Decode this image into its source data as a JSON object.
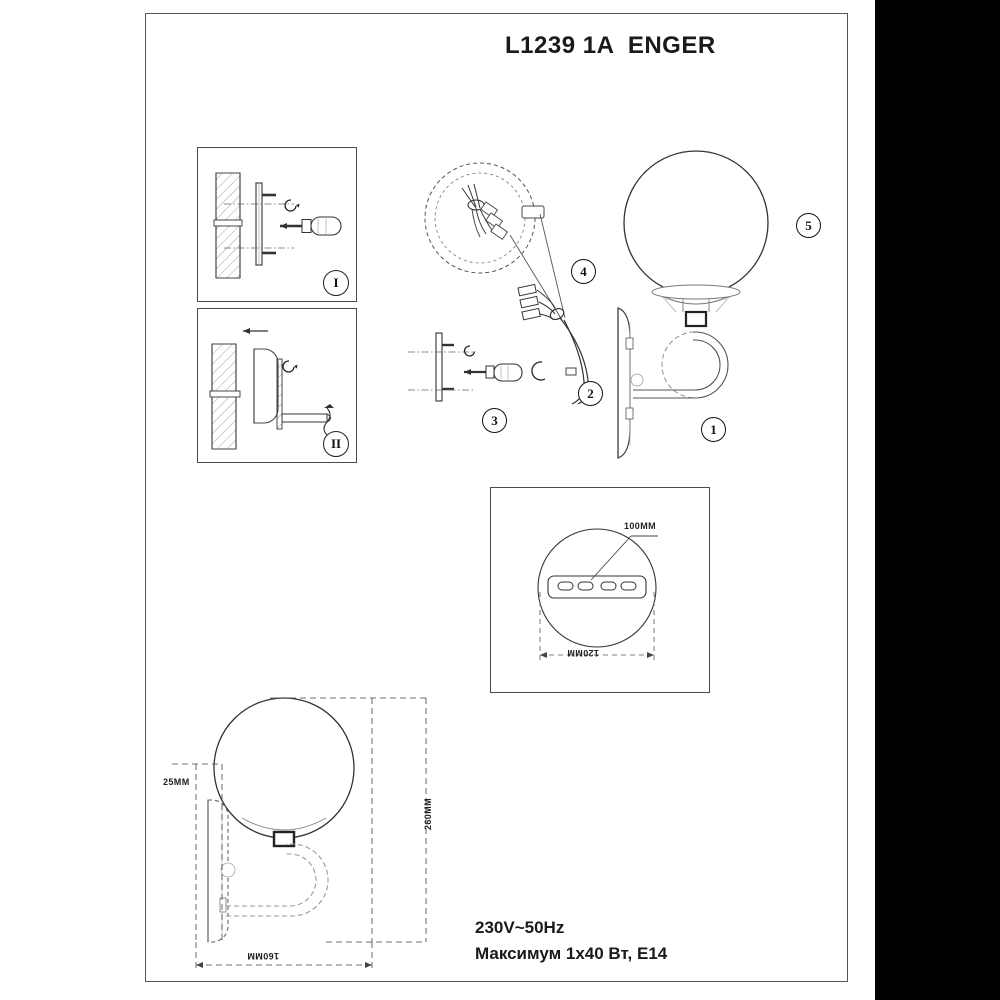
{
  "sheet": {
    "title": "L1239 1A  ENGER",
    "footer": {
      "voltage": "230V~50Hz",
      "lamp_spec": "Максимум 1x40 Вт, E14"
    }
  },
  "steps": [
    {
      "label": "I",
      "name": "step-wall-anchor-screws"
    },
    {
      "label": "II",
      "name": "step-mount-base-plate"
    }
  ],
  "callouts": [
    {
      "label": "1",
      "name": "assembled-lamp"
    },
    {
      "label": "2",
      "name": "mount-arm"
    },
    {
      "label": "3",
      "name": "bracket-screws"
    },
    {
      "label": "4",
      "name": "wire-terminal-block"
    },
    {
      "label": "5",
      "name": "glass-globe-shade"
    }
  ],
  "dimensions": {
    "plate_inner": "100MM",
    "plate_outer": "120MM",
    "depth": "25MM",
    "projection": "160MM",
    "height": "260MM"
  },
  "colors": {
    "ink": "#1a1a1a",
    "line": "#4a4a4a",
    "band": "#000000",
    "paper": "#ffffff"
  }
}
